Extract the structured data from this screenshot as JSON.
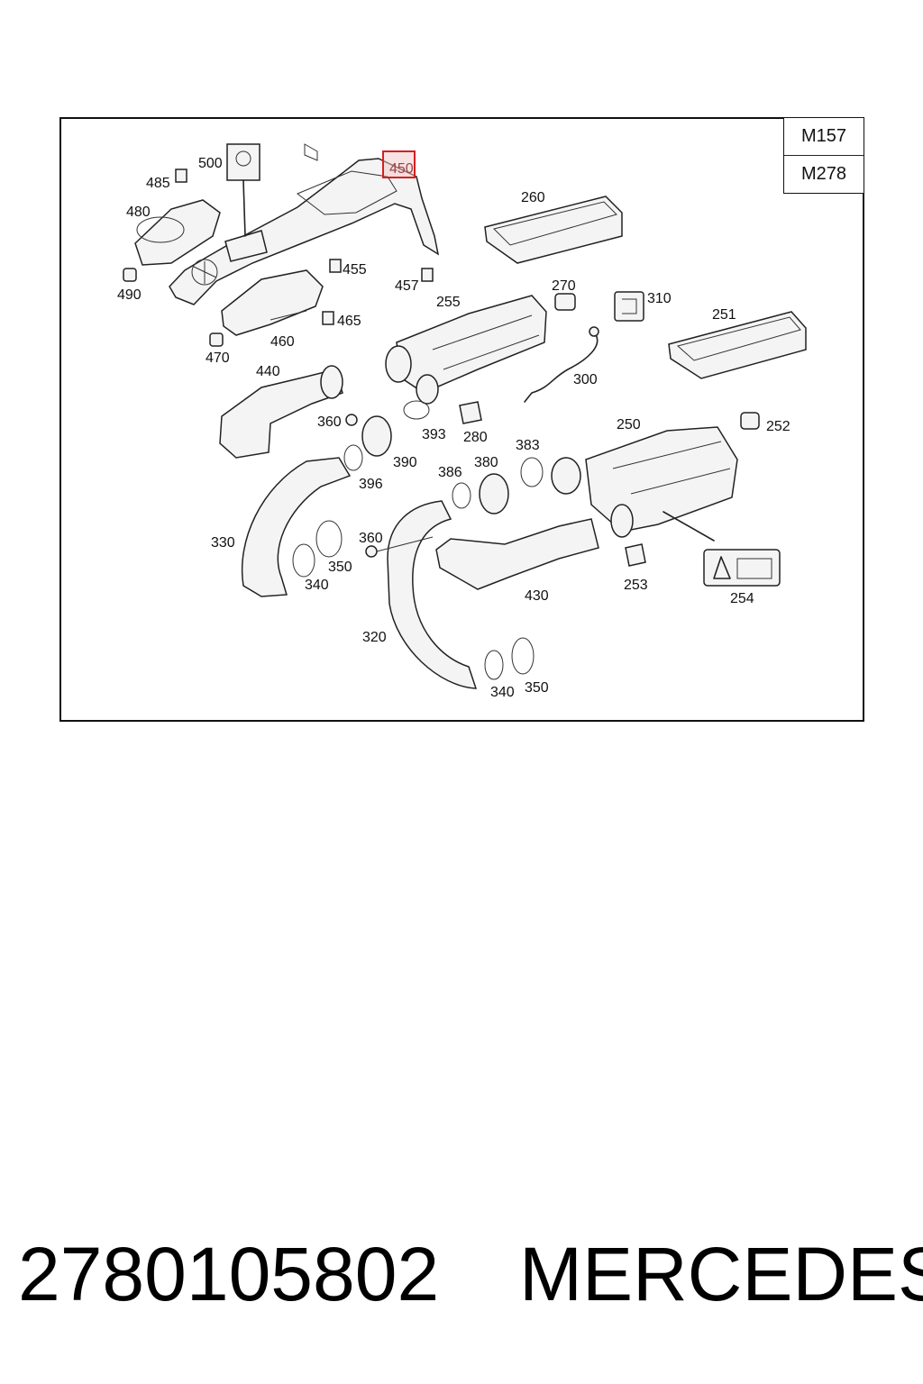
{
  "diagram": {
    "engine_codes": [
      "M157",
      "M278"
    ],
    "highlighted_callout": "450",
    "callouts": [
      {
        "id": "485",
        "label": "485"
      },
      {
        "id": "500",
        "label": "500"
      },
      {
        "id": "480",
        "label": "480"
      },
      {
        "id": "490",
        "label": "490"
      },
      {
        "id": "455",
        "label": "455"
      },
      {
        "id": "457",
        "label": "457"
      },
      {
        "id": "465",
        "label": "465"
      },
      {
        "id": "460",
        "label": "460"
      },
      {
        "id": "470",
        "label": "470"
      },
      {
        "id": "260",
        "label": "260"
      },
      {
        "id": "270",
        "label": "270"
      },
      {
        "id": "310",
        "label": "310"
      },
      {
        "id": "255",
        "label": "255"
      },
      {
        "id": "251",
        "label": "251"
      },
      {
        "id": "440",
        "label": "440"
      },
      {
        "id": "300",
        "label": "300"
      },
      {
        "id": "360a",
        "label": "360"
      },
      {
        "id": "393",
        "label": "393"
      },
      {
        "id": "280",
        "label": "280"
      },
      {
        "id": "250",
        "label": "250"
      },
      {
        "id": "252",
        "label": "252"
      },
      {
        "id": "390",
        "label": "390"
      },
      {
        "id": "383",
        "label": "383"
      },
      {
        "id": "396",
        "label": "396"
      },
      {
        "id": "386",
        "label": "386"
      },
      {
        "id": "380",
        "label": "380"
      },
      {
        "id": "330",
        "label": "330"
      },
      {
        "id": "360b",
        "label": "360"
      },
      {
        "id": "350a",
        "label": "350"
      },
      {
        "id": "340a",
        "label": "340"
      },
      {
        "id": "253",
        "label": "253"
      },
      {
        "id": "254",
        "label": "254"
      },
      {
        "id": "430",
        "label": "430"
      },
      {
        "id": "320",
        "label": "320"
      },
      {
        "id": "340b",
        "label": "340"
      },
      {
        "id": "350b",
        "label": "350"
      }
    ]
  },
  "caption": {
    "part_number": "2780105802",
    "brand": "MERCEDES"
  }
}
